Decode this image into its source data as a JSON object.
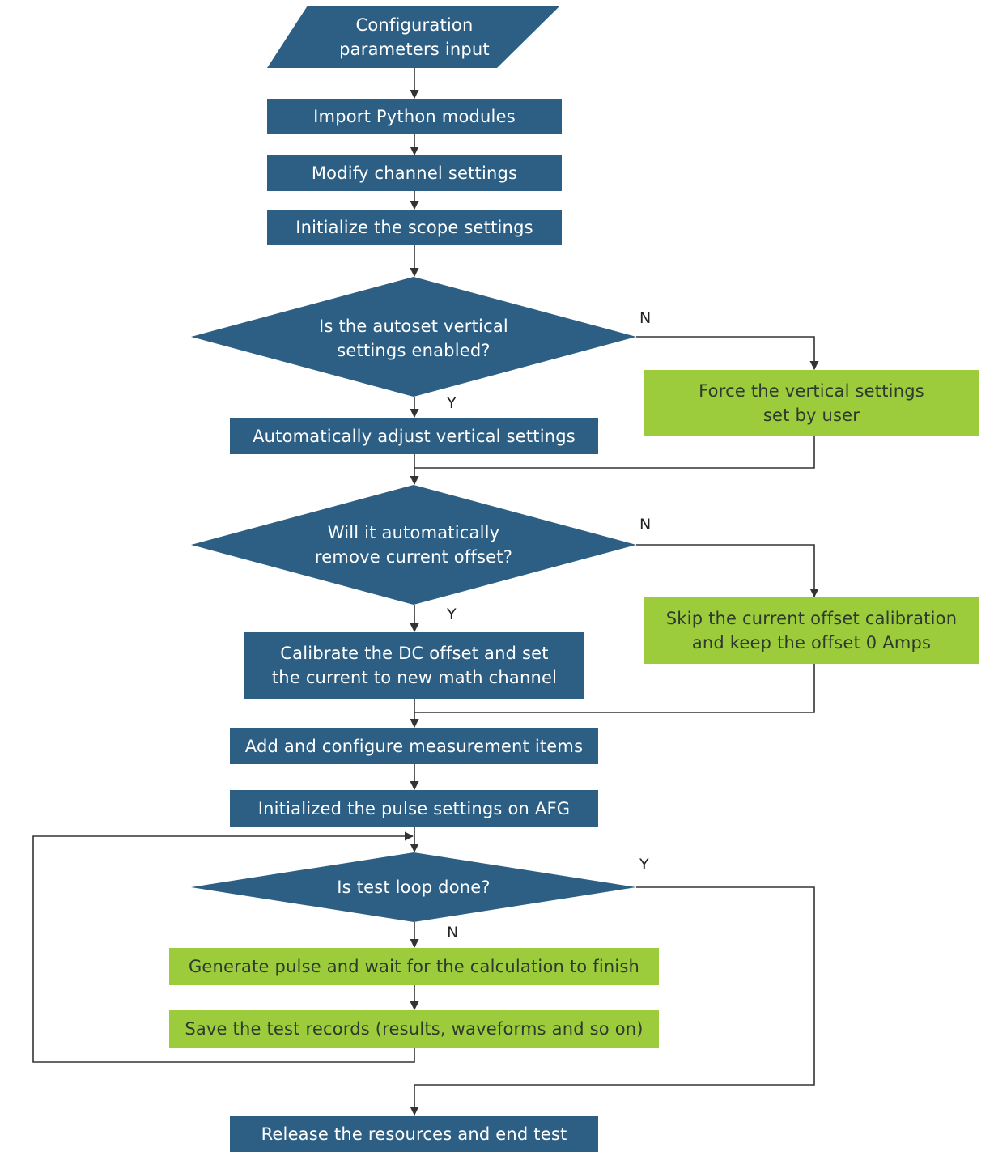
{
  "colors": {
    "process_blue": "#2d5f84",
    "action_green": "#9ccc3c",
    "connector": "#333333"
  },
  "nodes": {
    "config_input": "Configuration\nparameters input",
    "import_modules": "Import Python modules",
    "modify_channel": "Modify channel settings",
    "init_scope": "Initialize the scope settings",
    "autoset_decision": "Is the autoset vertical\nsettings enabled?",
    "auto_adjust": "Automatically adjust vertical settings",
    "force_vertical": "Force the vertical settings\nset by user",
    "offset_decision": "Will it automatically\nremove current offset?",
    "calibrate_dc": "Calibrate the DC offset and set\nthe current to new math channel",
    "skip_offset": "Skip the current offset calibration\nand keep the offset 0 Amps",
    "add_measurement": "Add and configure measurement items",
    "init_pulse": "Initialized the pulse settings on AFG",
    "loop_decision": "Is test loop done?",
    "generate_pulse": "Generate pulse and wait for the calculation to finish",
    "save_records": "Save the test records (results, waveforms and so on)",
    "release": "Release the resources and end test"
  },
  "labels": {
    "autoset_no": "N",
    "autoset_yes": "Y",
    "offset_no": "N",
    "offset_yes": "Y",
    "loop_yes": "Y",
    "loop_no": "N"
  }
}
